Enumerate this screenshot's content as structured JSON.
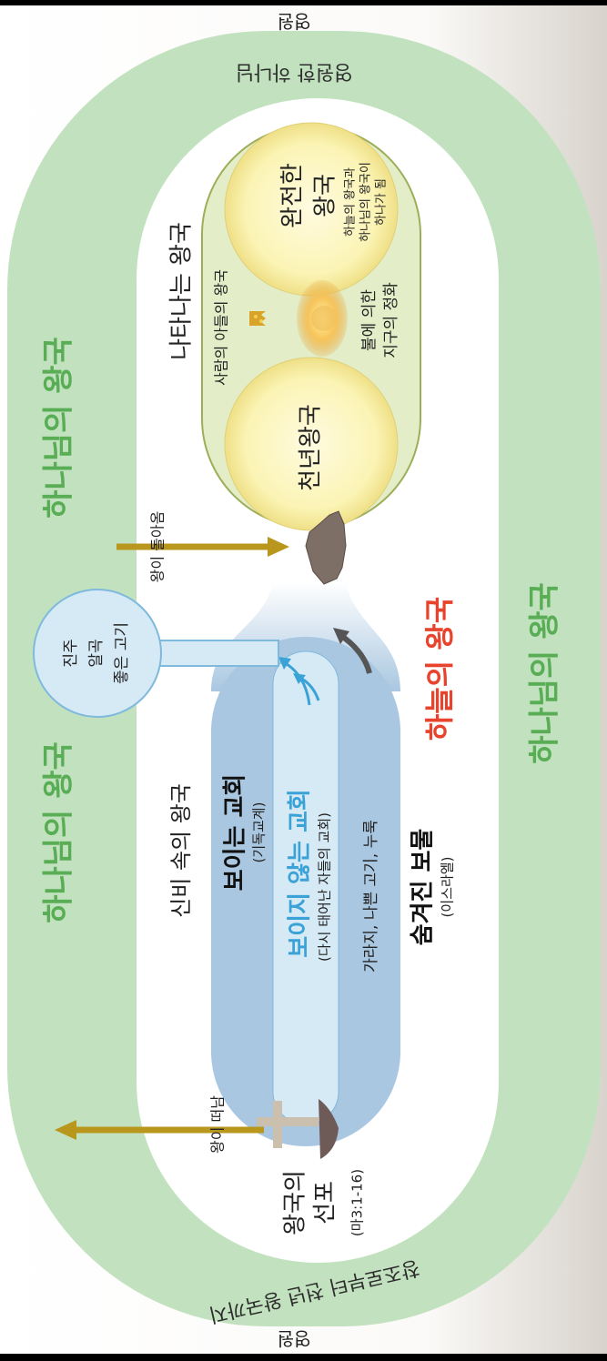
{
  "edge_labels": {
    "top": "영원",
    "bottom": "영원"
  },
  "outer_ring": {
    "top_label": "영원한 하나님",
    "bottom_label": "창조로부터 천년 왕국까지",
    "left_upper_label": "하나님의 왕국",
    "left_lower_label": "하나님의 왕국",
    "right_label": "하나님의 왕국"
  },
  "heaven_kingdom": {
    "label": "하늘의 왕국"
  },
  "kingdom_proclamation": {
    "label": "왕국의 선포",
    "reference": "(마3:1-16)",
    "king_departs": "왕이 떠남"
  },
  "mystery_kingdom": {
    "label": "신비 속의 왕국"
  },
  "visible_church": {
    "title": "보이는 교회",
    "subtitle": "(기독교계)"
  },
  "invisible_church": {
    "title": "보이지 않는 교회",
    "subtitle": "(다시 태어난 자들의 교회)"
  },
  "tares_note": "가라지, 나쁜 고기, 누룩",
  "hidden_treasure": {
    "title": "숨겨진 보물",
    "subtitle": "(이스라엘)"
  },
  "pearl_bubble": {
    "line1": "진주",
    "line2": "알곡",
    "line3": "좋은 고기"
  },
  "king_returns": "왕이 돌아옴",
  "manifest_kingdom": {
    "label": "나타나는 왕국",
    "millennium": "천년왕국",
    "sons_note": "사람의 아들의 왕국",
    "fire_note_line1": "불에 의한",
    "fire_note_line2": "지구의 정화",
    "perfect_kingdom_line1": "완전한",
    "perfect_kingdom_line2": "왕국",
    "perfect_note_line1": "하늘의 왕국과",
    "perfect_note_line2": "하나님의 왕국이",
    "perfect_note_line3": "하나가 됨"
  },
  "colors": {
    "ring_green": "#c2e2bf",
    "ring_text_green": "#59ad55",
    "heaven_red": "#e8432c",
    "church_blue": "#a9c7e0",
    "invisible_blue": "#3aa2d6",
    "manifest_green": "#e3eec8",
    "gold_arrow": "#b9961c"
  }
}
